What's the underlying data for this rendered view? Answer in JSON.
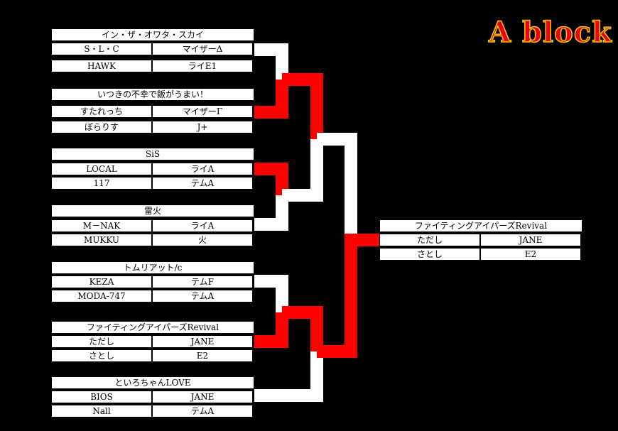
{
  "title": "A block",
  "colors": {
    "winner_line": "#ff0000",
    "normal_line": "#ffffff",
    "title_fill": "#e8001c",
    "title_stroke": "#f0c800"
  },
  "teams": [
    {
      "name": "イン・ザ・オワタ・スカイ",
      "members": [
        [
          "S・L・C",
          "マイザーΔ"
        ],
        [
          "HAWK",
          "ライE1"
        ]
      ]
    },
    {
      "name": "いつきの不幸で飯がうまい！",
      "members": [
        [
          "すたれっち",
          "マイザーΓ"
        ],
        [
          "ぼらりす",
          "J+"
        ]
      ]
    },
    {
      "name": "SiS",
      "members": [
        [
          "LOCAL",
          "ライA"
        ],
        [
          "117",
          "テムA"
        ]
      ]
    },
    {
      "name": "雷火",
      "members": [
        [
          "M－NAK",
          "ライA"
        ],
        [
          "MUKKU",
          "火"
        ]
      ]
    },
    {
      "name": "トムリアット/c",
      "members": [
        [
          "KEZA",
          "テムF"
        ],
        [
          "MODA-747",
          "テムA"
        ]
      ]
    },
    {
      "name": "ファイティングアイパーズRevival",
      "members": [
        [
          "ただし",
          "JANE"
        ],
        [
          "さとし",
          "E2"
        ]
      ]
    },
    {
      "name": "といろちゃんLOVE",
      "members": [
        [
          "BIOS",
          "JANE"
        ],
        [
          "Nall",
          "テムA"
        ]
      ]
    }
  ],
  "winner": {
    "name": "ファイティングアイパーズRevival",
    "members": [
      [
        "ただし",
        "JANE"
      ],
      [
        "さとし",
        "E2"
      ]
    ]
  }
}
